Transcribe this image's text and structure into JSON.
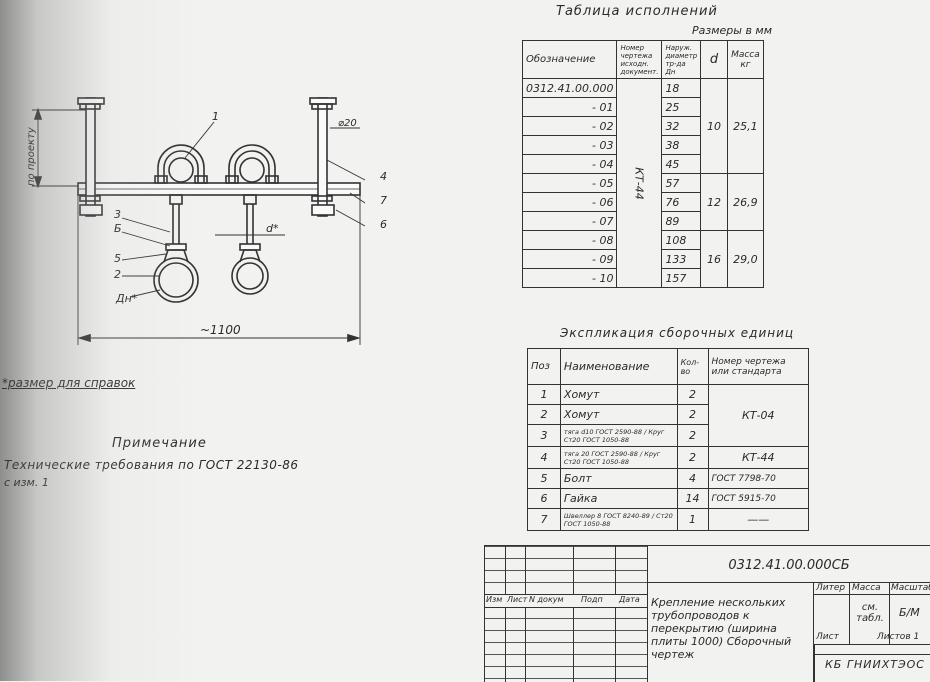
{
  "exec_table": {
    "title": "Таблица исполнений",
    "units": "Размеры в мм",
    "headers": [
      "Обозначение",
      "Номер чертежа исходн. документ.",
      "Наруж. диаметр тр-да Дн",
      "d",
      "Масса кг"
    ],
    "designations": [
      "0312.41.00.000",
      "- 01",
      "- 02",
      "- 03",
      "- 04",
      "- 05",
      "- 06",
      "- 07",
      "- 08",
      "- 09",
      "- 10"
    ],
    "drawing_no": "КТ-44",
    "diameters": [
      "18",
      "25",
      "32",
      "38",
      "45",
      "57",
      "76",
      "89",
      "108",
      "133",
      "157"
    ],
    "d_values": [
      "10",
      "12",
      "16"
    ],
    "masses": [
      "25,1",
      "26,9",
      "29,0"
    ]
  },
  "spec_table": {
    "title": "Экспликация сборочных единиц",
    "headers": [
      "Поз",
      "Наименование",
      "Кол-во",
      "Номер чертежа или стандарта"
    ],
    "rows": [
      {
        "pos": "1",
        "name": "Хомут",
        "qty": "2",
        "std": ""
      },
      {
        "pos": "2",
        "name": "Хомут",
        "qty": "2",
        "std": "КТ-04"
      },
      {
        "pos": "3",
        "name": "тяга d10 ГОСТ 2590-88 / Круг Ст20 ГОСТ 1050-88",
        "qty": "2",
        "std": ""
      },
      {
        "pos": "4",
        "name": "тяга 20 ГОСТ 2590-88 / Круг Ст20 ГОСТ 1050-88",
        "qty": "2",
        "std": "КТ-44"
      },
      {
        "pos": "5",
        "name": "Болт",
        "qty": "4",
        "std": "ГОСТ 7798-70"
      },
      {
        "pos": "6",
        "name": "Гайка",
        "qty": "14",
        "std": "ГОСТ 5915-70"
      },
      {
        "pos": "7",
        "name": "Швеллер 8 ГОСТ 8240-89 / Ст20 ГОСТ 1050-88",
        "qty": "1",
        "std": "——"
      }
    ]
  },
  "drawing": {
    "callouts": [
      "1",
      "2",
      "3",
      "4",
      "5",
      "6",
      "7",
      "Б"
    ],
    "dim_length": "~1100",
    "dim_project": "по проекту",
    "dim_hole": "⌀20",
    "dim_d": "d*",
    "dim_dn": "Дн*"
  },
  "notes": {
    "reference": "*размер для справок",
    "heading": "Примечание",
    "line1": "Технические требования по ГОСТ 22130-86",
    "line2": "с изм. 1"
  },
  "title_block": {
    "code": "0312.41.00.000СБ",
    "headers": [
      "Изм",
      "Лист",
      "N докум",
      "Подп",
      "Дата"
    ],
    "title": "Крепление нескольких трубопроводов к перекрытию (ширина плиты 1000) Сборочный чертеж",
    "litera": "Литер",
    "mass_label": "Масса",
    "scale_label": "Масштаб",
    "mass_value": "см. табл.",
    "scale_value": "Б/М",
    "sheet": "Лист",
    "sheets": "Листов 1",
    "org": "КБ ГНИИХТЭОС"
  }
}
